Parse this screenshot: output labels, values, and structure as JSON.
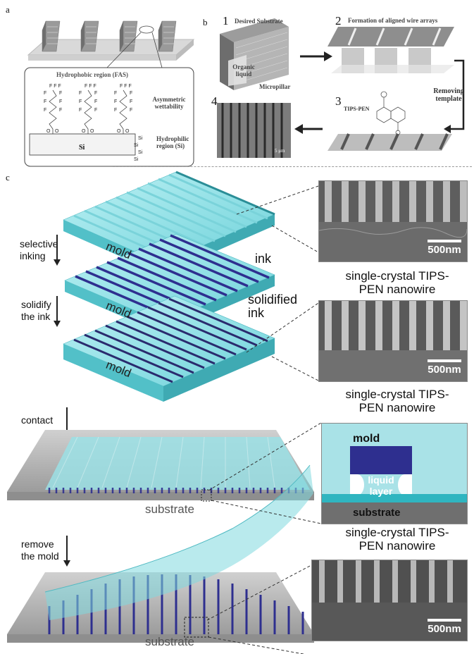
{
  "panel_a": {
    "letter": "a",
    "hydrophobic_label": "Hydrophobic region (FAS)",
    "asymmetric_label": "Asymmetric wettability",
    "hydrophilic_label": "Hydrophilic region (Si)",
    "si_label": "Si",
    "si_group": "Si",
    "f_atom": "F",
    "o_atom": "O"
  },
  "panel_b": {
    "letter": "b",
    "step1_num": "1",
    "step2_num": "2",
    "step3_num": "3",
    "step4_num": "4",
    "desired_substrate": "Desired Substrate",
    "organic_liquid": "Organic liquid",
    "micropillar": "Micropillar",
    "formation_label": "Formation of aligned wire arrays",
    "removing_template": "Removing template",
    "tips_pen": "TIPS-PEN",
    "scale_4": "5 μm"
  },
  "panel_c": {
    "letter": "c",
    "steps": {
      "selective_inking": "selective inking",
      "solidify_ink": "solidify the ink",
      "contact": "contact",
      "remove_mold": "remove the mold"
    },
    "labels": {
      "mold": "mold",
      "ink": "ink",
      "solidified_ink": "solidified ink",
      "substrate": "substrate",
      "nanowire": "single-crystal TIPS-PEN nanowire",
      "liquid_layer": "liquid layer"
    },
    "scale_500": "500nm"
  },
  "colors": {
    "mold": "#7fd8de",
    "mold_dark": "#3fb5bf",
    "ink": "#2e2f8f",
    "substrate": "#a8a8a8",
    "sem_bg": "#4a4a4a"
  }
}
